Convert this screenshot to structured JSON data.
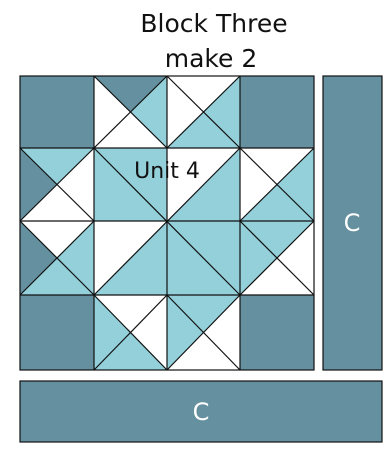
{
  "block": {
    "title_line1": "Block Three",
    "title_line2": "make 2",
    "unit_label": "Unit 4"
  },
  "strips": {
    "right_label": "C",
    "bottom_label": "C"
  },
  "colors": {
    "dark": "#65909F",
    "light": "#93D0DA",
    "white": "#FFFFFF",
    "line": "#111111"
  }
}
